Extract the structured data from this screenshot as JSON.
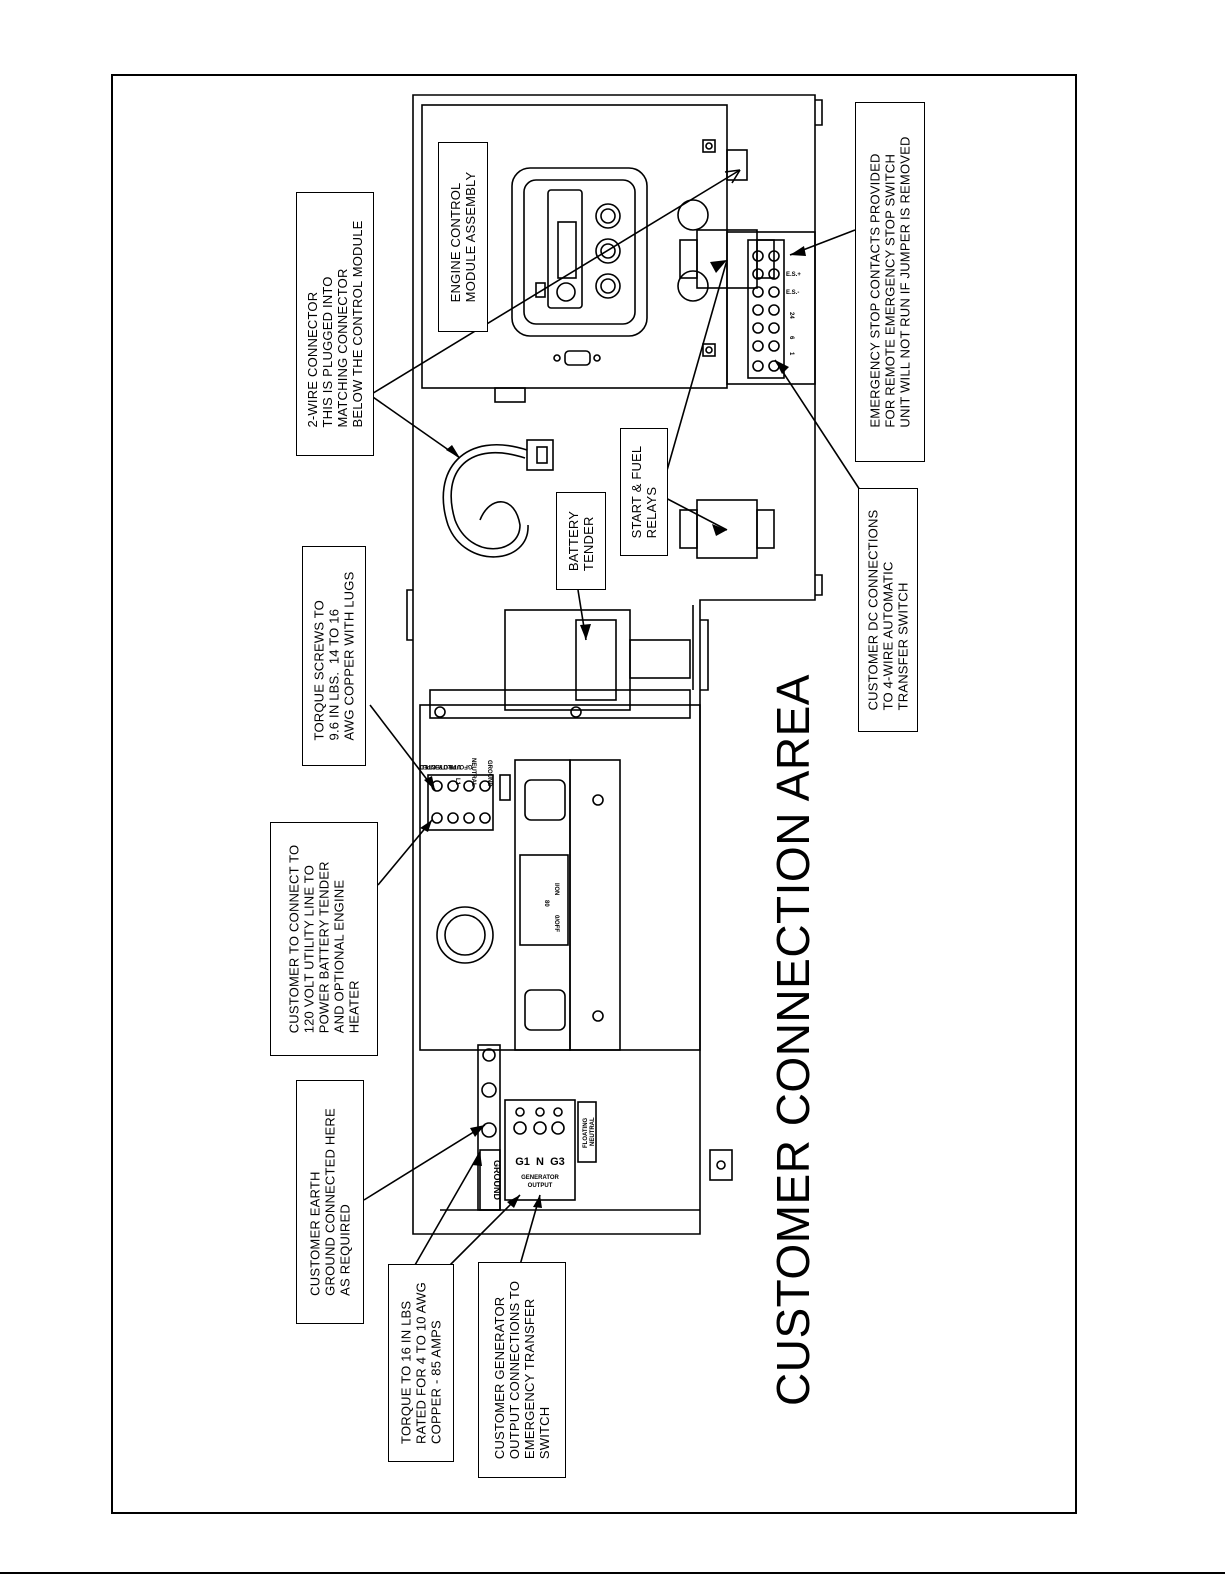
{
  "title": "CUSTOMER CONNECTION AREA",
  "callouts": {
    "two_wire": "2-WIRE CONNECTOR\nTHIS IS PLUGGED INTO\nMATCHING CONNECTOR\nBELOW THE CONTROL MODULE",
    "torque_screws": "TORQUE SCREWS TO\n9.6 IN LBS.  14 TO 16\nAWG COPPER WITH LUGS",
    "utility_line": "CUSTOMER TO CONNECT TO\n120 VOLT UTILITY LINE TO\nPOWER BATTERY TENDER\nAND OPTIONAL ENGINE\nHEATER",
    "earth_ground": "CUSTOMER EARTH\nGROUND CONNECTED HERE\nAS REQUIRED",
    "torque_16": "TORQUE TO 16 IN LBS\nRATED FOR 4 TO 10 AWG\nCOPPER - 85 AMPS",
    "generator_output": "CUSTOMER GENERATOR\nOUTPUT CONNECTIONS TO\nEMERGENCY TRANSFER\nSWITCH",
    "ecm": "ENGINE CONTROL\nMODULE ASSEMBLY",
    "battery_tender": "BATTERY\nTENDER",
    "relays": "START & FUEL\nRELAYS",
    "emergency_stop": "EMERGENCY STOP CONTACTS PROVIDED\nFOR REMOTE EMERGENCY STOP SWITCH\nUNIT WILL NOT RUN IF JUMPER IS REMOVED",
    "dc_connections": "CUSTOMER DC CONNECTIONS\nTO 4-WIRE AUTOMATIC\nTRANSFER SWITCH"
  },
  "panel_labels": {
    "gfci_line1": "GFCI PROTECTED",
    "gfci_line2": "UTILITY INPUT",
    "l1": "L1",
    "neutral": "NEUTRAL",
    "ground": "GROUND",
    "ground_plate": "GROUND",
    "gen_terminals": "G1  N  G3",
    "gen_output_1": "GENERATOR",
    "gen_output_2": "OUTPUT",
    "floating_1": "FLOATING",
    "floating_2": "NEUTRAL",
    "breaker_on": "I/ON",
    "breaker_off": "0/OFF",
    "breaker_amps": "80",
    "tb_es_plus": "E.S.+",
    "tb_es_minus": "E.S.-",
    "tb_24": "24",
    "tb_6": "6",
    "tb_1": "1"
  }
}
